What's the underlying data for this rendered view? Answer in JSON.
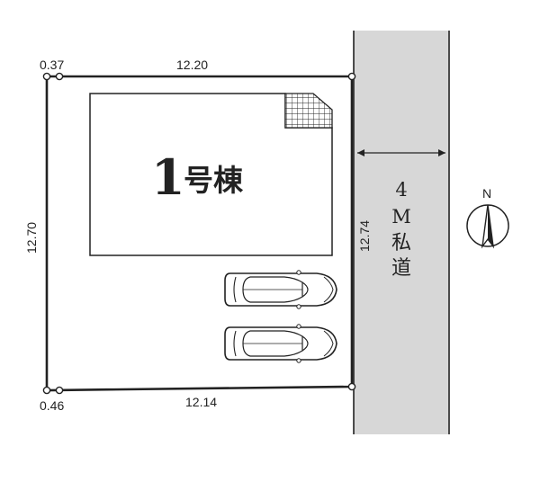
{
  "plan": {
    "corner_offset_top_left": "0.37",
    "top_length": "12.20",
    "left_length": "12.70",
    "right_length": "12.74",
    "bottom_length": "12.14",
    "corner_offset_bottom_left": "0.46"
  },
  "building": {
    "number": "1",
    "suffix": "号棟"
  },
  "road": {
    "width": "4",
    "unit": "M",
    "type_char1": "私",
    "type_char2": "道"
  },
  "compass": {
    "label": "N"
  },
  "parking": {
    "car_count": 2
  }
}
